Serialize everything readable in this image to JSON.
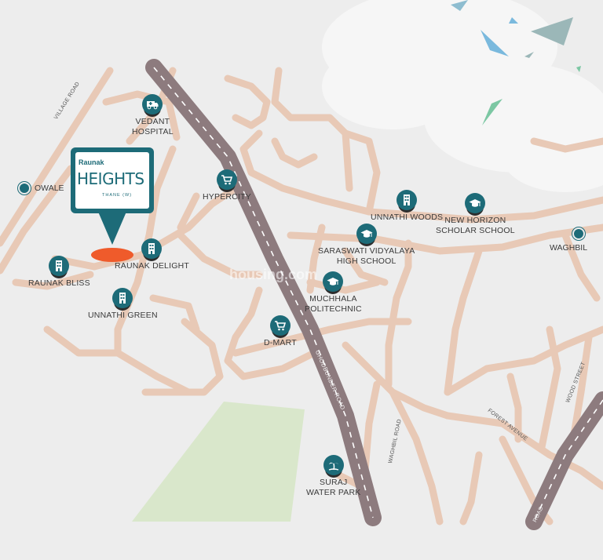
{
  "map": {
    "project": {
      "brand": "Raunak",
      "name": "HEIGHTS",
      "sub": "THANE (W)"
    },
    "watermark": "housing.com",
    "places": [
      {
        "key": "vedant",
        "label": "VEDANT\nHOSPITAL",
        "icon": "ambulance-icon"
      },
      {
        "key": "hypercity",
        "label": "HYPERCITY",
        "icon": "shopping-cart-icon"
      },
      {
        "key": "unnathi_woods",
        "label": "UNNATHI WOODS",
        "icon": "building-icon"
      },
      {
        "key": "new_horizon",
        "label": "NEW HORIZON\nSCHOLAR SCHOOL",
        "icon": "graduation-cap-icon"
      },
      {
        "key": "saraswati",
        "label": "SARASWATI VIDYALAYA\nHIGH SCHOOL",
        "icon": "graduation-cap-icon"
      },
      {
        "key": "raunak_delight",
        "label": "RAUNAK DELIGHT",
        "icon": "building-icon"
      },
      {
        "key": "raunak_bliss",
        "label": "RAUNAK BLISS",
        "icon": "building-icon"
      },
      {
        "key": "unnathi_green",
        "label": "UNNATHI GREEN",
        "icon": "building-icon"
      },
      {
        "key": "muchhala",
        "label": "MUCHHALA\nPOLITECHNIC",
        "icon": "graduation-cap-icon"
      },
      {
        "key": "dmart",
        "label": "D-MART",
        "icon": "shopping-cart-icon"
      },
      {
        "key": "suraj",
        "label": "SURAJ\nWATER PARK",
        "icon": "palm-tree-icon"
      }
    ],
    "localities": [
      {
        "key": "owale",
        "label": "OWALE"
      },
      {
        "key": "waghbil",
        "label": "WAGHBIL"
      }
    ],
    "roads": {
      "village": "VILLAGE ROAD",
      "ghodbunder": "GHODBUNDER ROAD",
      "waghbil": "WAGHBIL ROAD",
      "forest": "FOREST AVENUE",
      "wood": "WOOD STREET",
      "road": "ROAD"
    },
    "colors": {
      "background": "#ededed",
      "road": "#e8c9b6",
      "highway": "#8d7b7e",
      "accent": "#1d6b78",
      "marker": "#ef5b2b",
      "park": "#d9e7cb"
    }
  }
}
